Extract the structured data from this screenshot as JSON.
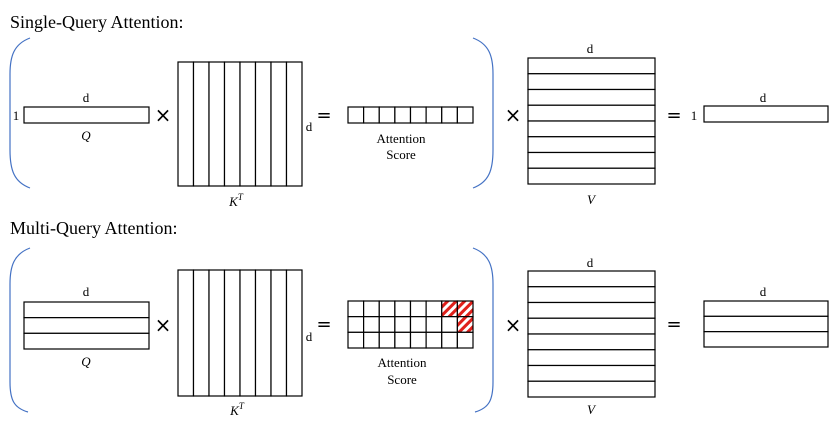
{
  "colors": {
    "stroke": "#000000",
    "bracket": "#4472C4",
    "hatch": "#E0201B",
    "background": "#ffffff"
  },
  "panels": [
    {
      "title": "Single-Query Attention:",
      "q_dim_label": "d",
      "q_rows_label": "1",
      "q_name": "Q",
      "times": "×",
      "kt_dim_label": "d",
      "kt_name": "K",
      "kt_superscript": "T",
      "equals": "=",
      "score_label_1": "Attention",
      "score_label_2": "Score",
      "v_dim_label": "d",
      "v_name": "V",
      "out_rows_label": "1",
      "out_dim_label": "d",
      "q_rows": 1,
      "kt_cols": 8,
      "score_rows": 1,
      "score_cols": 8,
      "v_rows": 8,
      "out_rows": 1,
      "hatched_cells": []
    },
    {
      "title": "Multi-Query Attention:",
      "q_dim_label": "d",
      "q_rows_label": "",
      "q_name": "Q",
      "times": "×",
      "kt_dim_label": "d",
      "kt_name": "K",
      "kt_superscript": "T",
      "equals": "=",
      "score_label_1": "Attention",
      "score_label_2": "Score",
      "v_dim_label": "d",
      "v_name": "V",
      "out_rows_label": "",
      "out_dim_label": "d",
      "q_rows": 3,
      "kt_cols": 8,
      "score_rows": 3,
      "score_cols": 8,
      "v_rows": 8,
      "out_rows": 3,
      "hatched_cells": [
        [
          0,
          6
        ],
        [
          0,
          7
        ],
        [
          1,
          7
        ]
      ]
    }
  ]
}
